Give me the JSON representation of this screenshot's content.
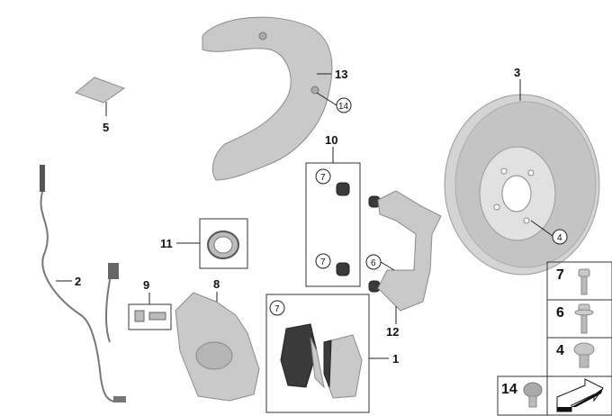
{
  "title": "Front wheel brake parts diagram",
  "labels": {
    "shield": "13",
    "shield_screw": "14",
    "grease": "5",
    "disc": "3",
    "disc_screw": "4",
    "guide_kit": "10",
    "guide_bolt_top": "7",
    "guide_bolt_bottom": "7",
    "carrier_bolt": "6",
    "seal_ring": "11",
    "wear_sensor": "2",
    "bleeder": "9",
    "caliper": "8",
    "pads": "1",
    "pads_bolt": "7",
    "carrier": "12"
  },
  "legend": {
    "items": [
      "7",
      "6",
      "4",
      "14"
    ]
  }
}
